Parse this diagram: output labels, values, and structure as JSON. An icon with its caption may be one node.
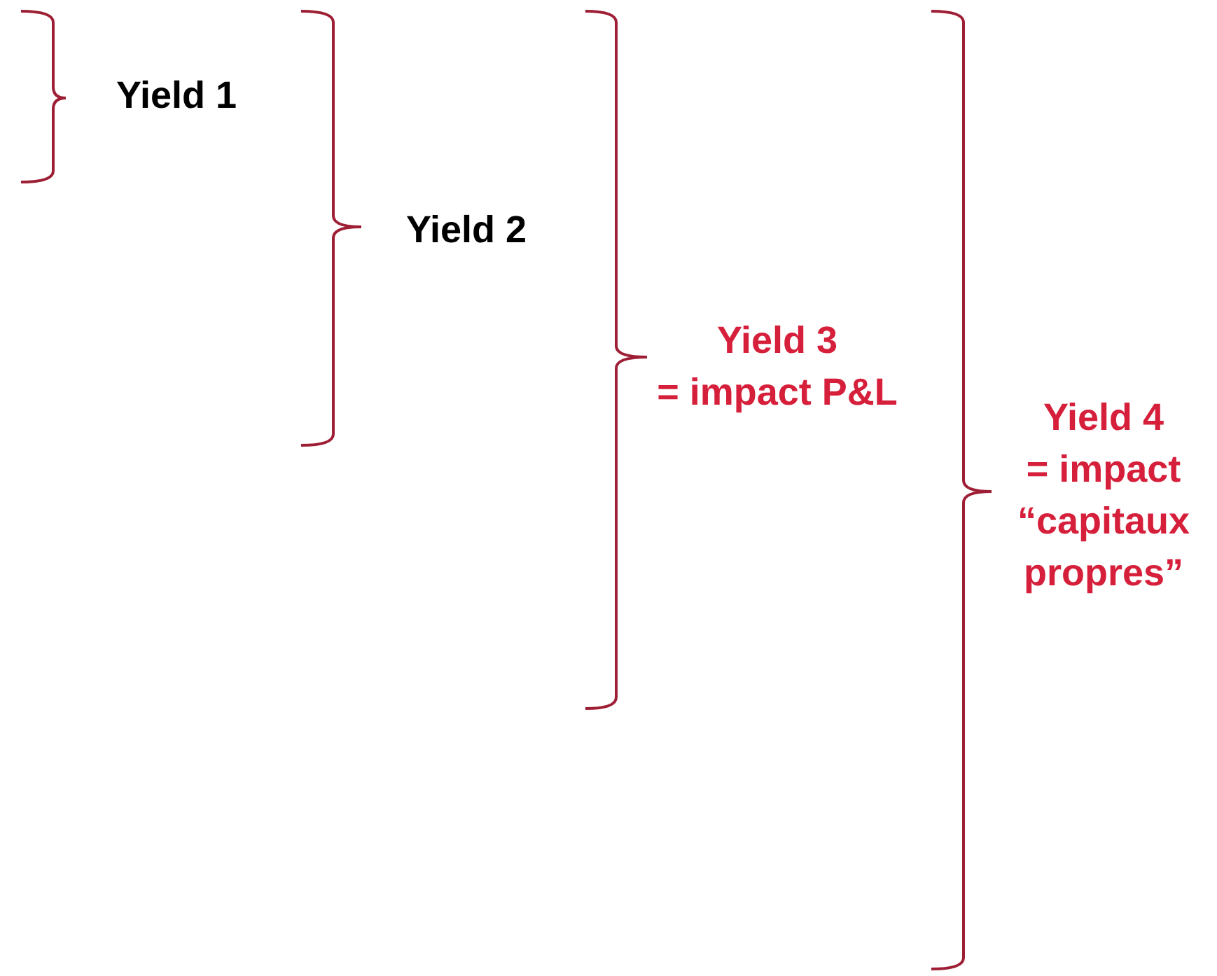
{
  "diagram": {
    "labels": [
      "Yield 1",
      "Yield 2",
      "Yield 3",
      "= impact P&L",
      "Yield 4",
      "= impact “capitaux propres”"
    ]
  }
}
